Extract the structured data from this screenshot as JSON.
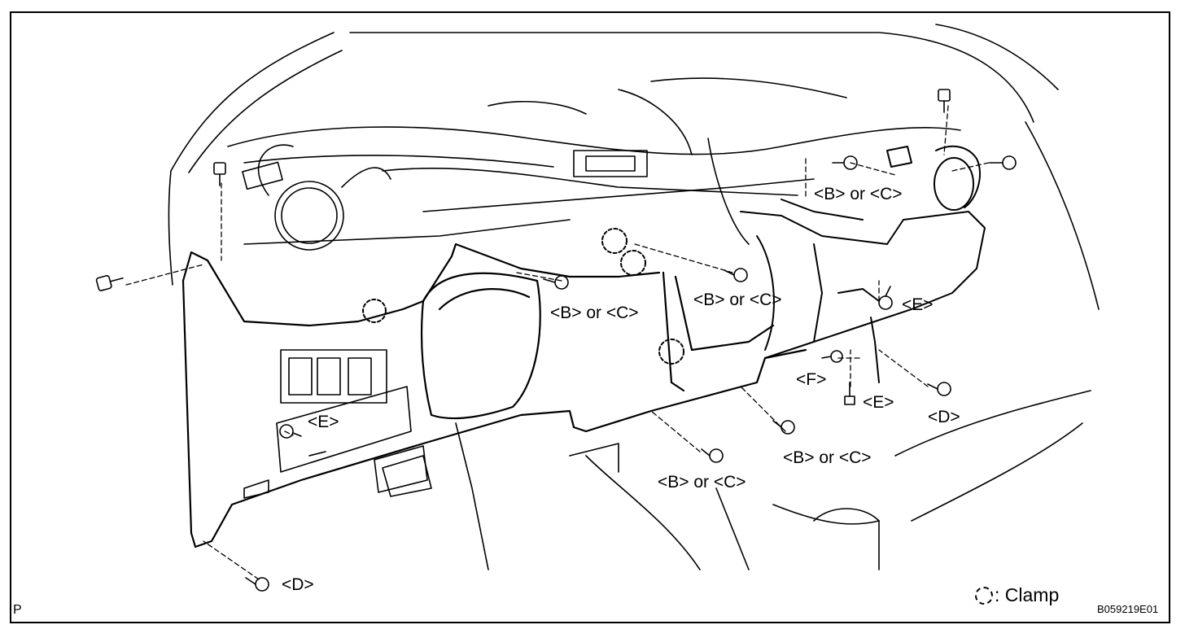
{
  "diagram": {
    "labels": {
      "b_or_c_top_right": "<B> or <C>",
      "b_or_c_center_left": "<B> or <C>",
      "b_or_c_center_right": "<B> or <C>",
      "b_or_c_lower_right": "<B> or <C>",
      "b_or_c_lower_center": "<B> or <C>",
      "e_right": "<E>",
      "e_left_panel": "<E>",
      "e_lower_right": "<E>",
      "f_label": "<F>",
      "d_right": "<D>",
      "d_bottom_left": "<D>"
    },
    "legend": {
      "clamp_label": ": Clamp",
      "clamp_icon": "dashed-circle-icon"
    },
    "corner_mark": "P",
    "figure_code": "B059219E01"
  }
}
